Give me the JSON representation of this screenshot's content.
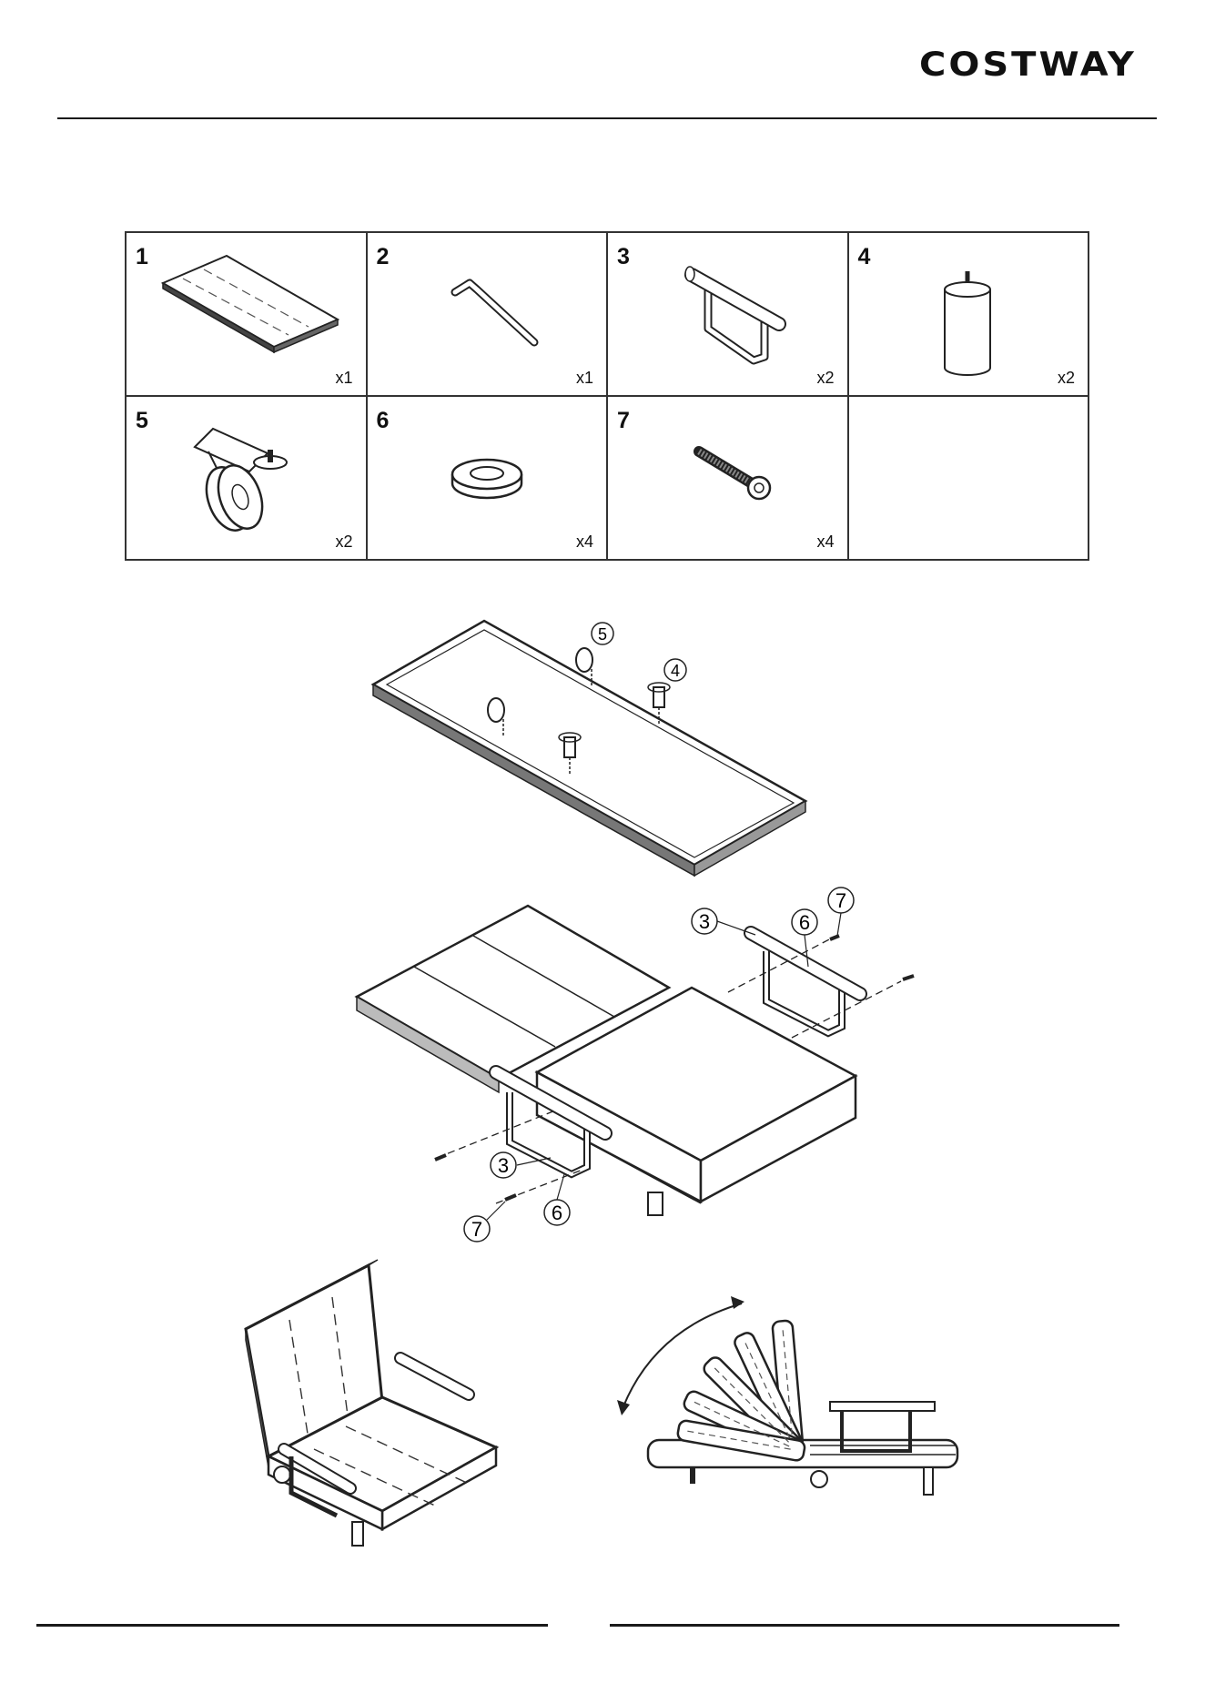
{
  "header": {
    "brand": "COSTWAY"
  },
  "parts": [
    {
      "number": "1",
      "qty": "x1",
      "icon": "seat-board-icon"
    },
    {
      "number": "2",
      "qty": "x1",
      "icon": "allen-key-icon"
    },
    {
      "number": "3",
      "qty": "x2",
      "icon": "armrest-icon"
    },
    {
      "number": "4",
      "qty": "x2",
      "icon": "leg-icon"
    },
    {
      "number": "5",
      "qty": "x2",
      "icon": "caster-wheel-icon"
    },
    {
      "number": "6",
      "qty": "x4",
      "icon": "washer-icon"
    },
    {
      "number": "7",
      "qty": "x4",
      "icon": "bolt-icon"
    },
    {
      "number": "",
      "qty": "",
      "icon": ""
    }
  ],
  "step1": {
    "callouts": [
      "5",
      "4"
    ]
  },
  "step2": {
    "callouts": [
      "3",
      "6",
      "7",
      "3",
      "7",
      "6"
    ]
  }
}
